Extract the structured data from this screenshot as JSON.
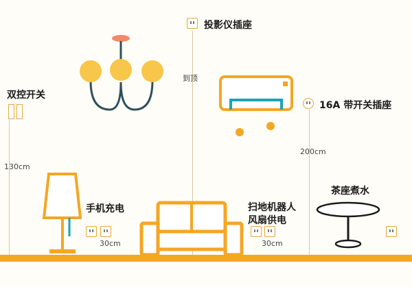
{
  "labels": {
    "projector_socket": "投影仪插座",
    "to_ceiling": "到顶",
    "dual_switch": "双控开关",
    "height_130": "130cm",
    "socket_16a": "16A 带开关插座",
    "height_200": "200cm",
    "phone_charging": "手机充电",
    "height_30_left": "30cm",
    "robot_fan_line1": "扫地机器人",
    "robot_fan_line2": "风扇供电",
    "height_30_right": "30cm",
    "tea_kettle": "茶座煮水"
  },
  "colors": {
    "accent": "#f5a623",
    "aircon_pipe": "#1aa3b8",
    "bulb": "#f7c64a",
    "chain": "#2f4f5a"
  }
}
